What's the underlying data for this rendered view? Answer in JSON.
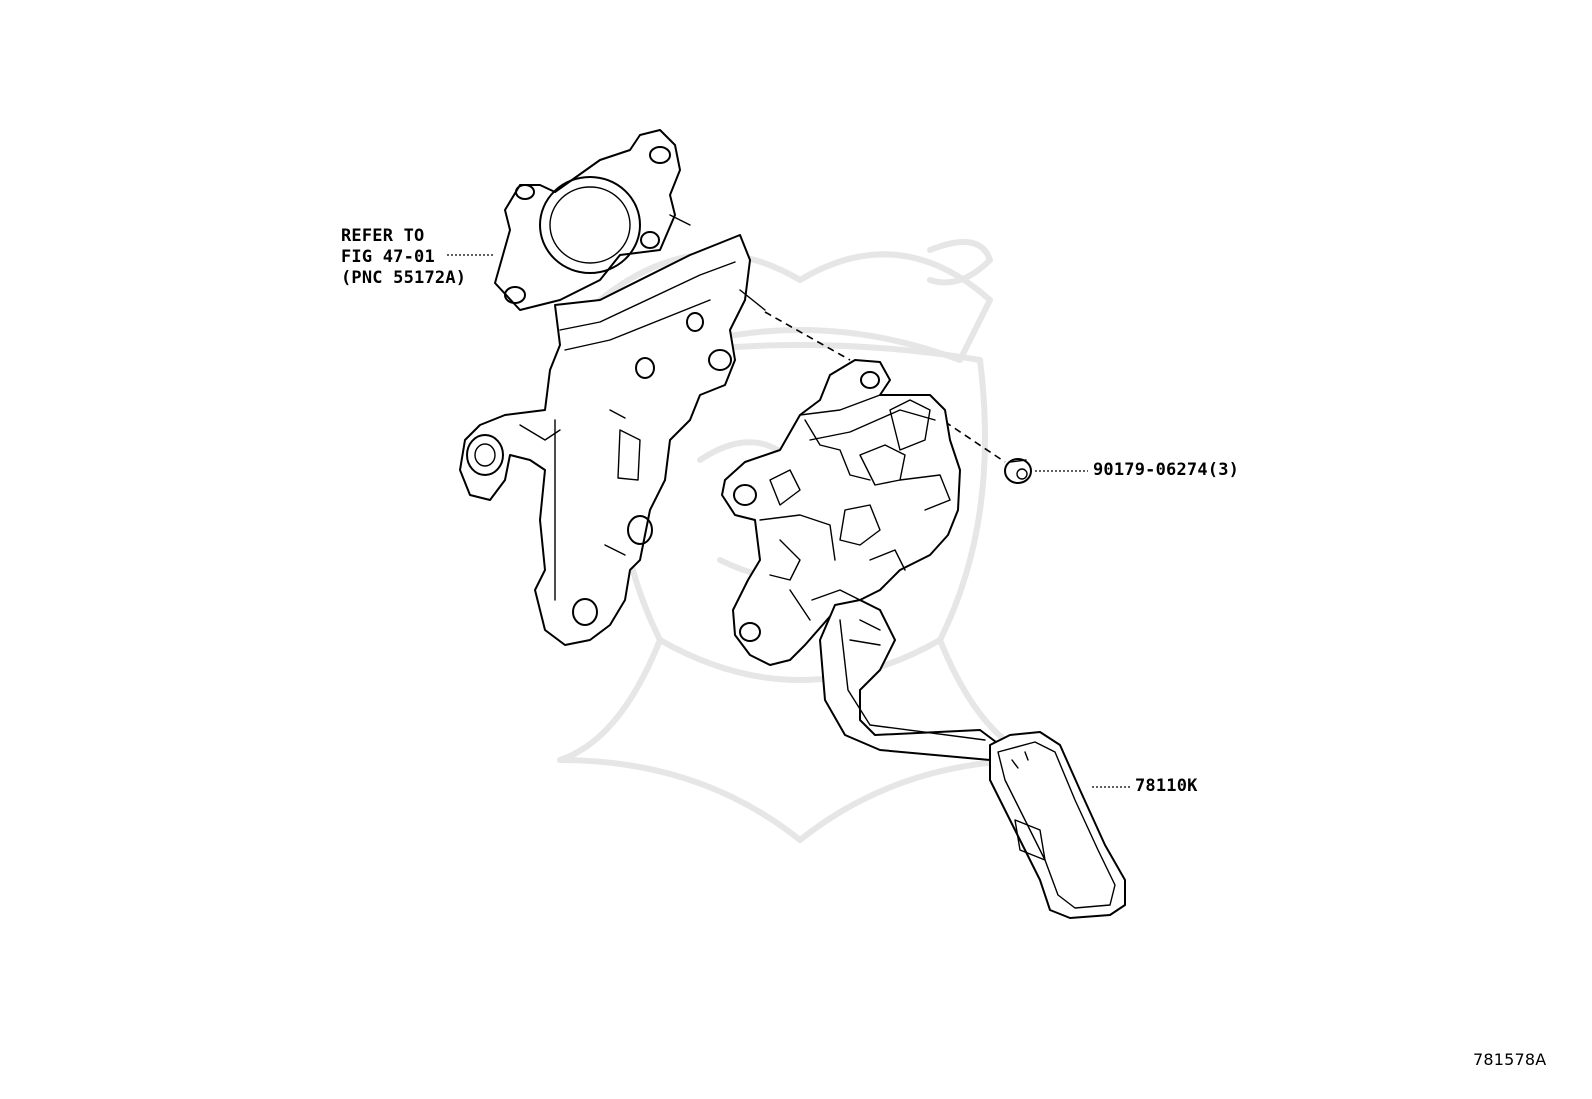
{
  "labels": {
    "refer_line1": "REFER TO",
    "refer_line2": "FIG 47-01",
    "refer_line3": "(PNC 55172A)",
    "bolt_part": "90179-06274(3)",
    "pedal_part": "78110K",
    "diagram_ref": "781578A"
  },
  "colors": {
    "line": "#000000",
    "background": "#ffffff",
    "watermark": "#e6e6e6"
  }
}
